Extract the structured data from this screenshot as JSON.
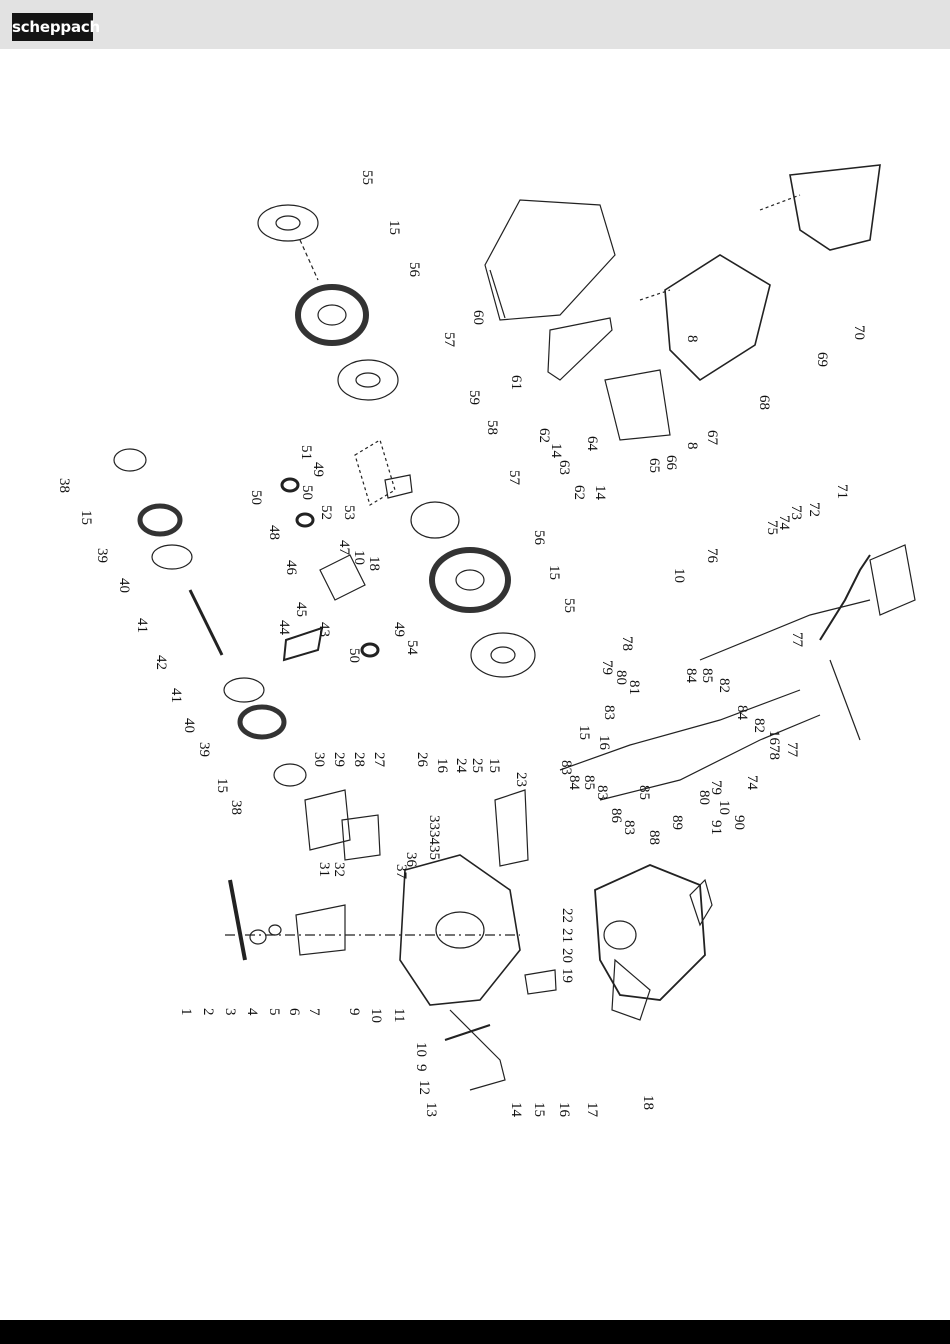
{
  "header": {
    "logo_text": "scheppach"
  },
  "colors": {
    "header_bg": "#e2e2e2",
    "logo_bg": "#141414",
    "footer_bg": "#000000"
  },
  "diagram": {
    "part_labels": [
      "1",
      "2",
      "3",
      "4",
      "5",
      "6",
      "7",
      "9",
      "10",
      "11",
      "10",
      "9",
      "12",
      "13",
      "14",
      "15",
      "16",
      "17",
      "18",
      "22",
      "21",
      "20",
      "19",
      "23",
      "15",
      "25",
      "24",
      "16",
      "26",
      "27",
      "28",
      "29",
      "30",
      "32",
      "31",
      "36",
      "37",
      "33",
      "34",
      "35",
      "38",
      "15",
      "39",
      "40",
      "41",
      "42",
      "41",
      "40",
      "39",
      "15",
      "38",
      "43",
      "44",
      "45",
      "46",
      "50",
      "48",
      "47",
      "10",
      "18",
      "53",
      "52",
      "50",
      "51",
      "49",
      "49",
      "54",
      "50",
      "55",
      "15",
      "56",
      "57",
      "59",
      "58",
      "57",
      "56",
      "15",
      "55",
      "60",
      "61",
      "62",
      "14",
      "63",
      "64",
      "65",
      "66",
      "62",
      "14",
      "67",
      "8",
      "68",
      "8",
      "69",
      "70",
      "71",
      "72",
      "73",
      "74",
      "75",
      "76",
      "10",
      "77",
      "78",
      "79",
      "80",
      "81",
      "83",
      "84",
      "85",
      "82",
      "83",
      "84",
      "85",
      "83",
      "84",
      "82",
      "16",
      "15",
      "16",
      "86",
      "85",
      "83",
      "88",
      "89",
      "80",
      "79",
      "78",
      "77",
      "10",
      "90",
      "74",
      "91"
    ]
  }
}
